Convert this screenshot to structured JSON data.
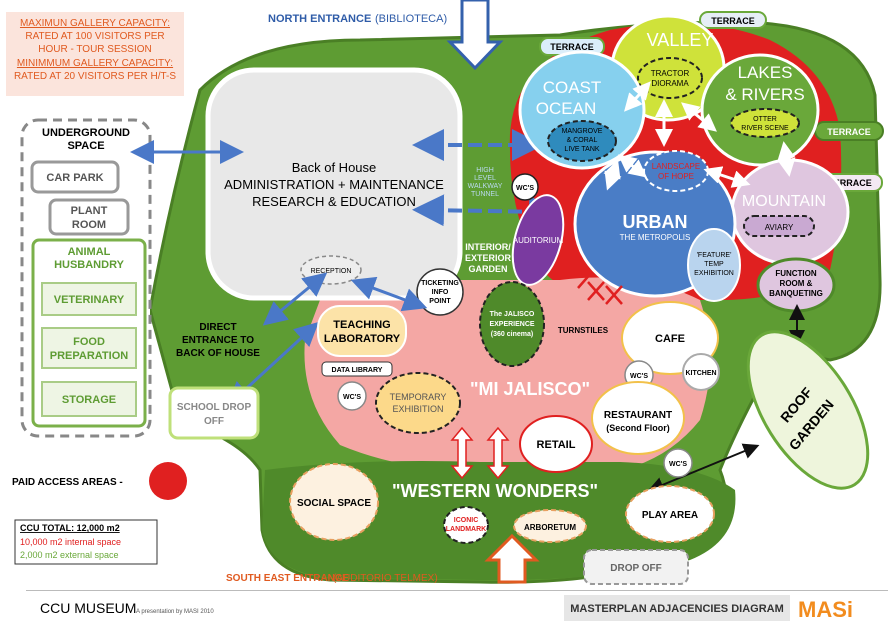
{
  "capacity": {
    "line1": "MAXIMUN GALLERY CAPACITY:",
    "line2": "RATED AT 100 VISITORS PER",
    "line3": "HOUR - TOUR SESSION",
    "line4": "MINIMMUM GALLERY CAPACITY:",
    "line5": "RATED AT 20 VISITORS PER H/T-S"
  },
  "entrances": {
    "north": "NORTH ENTRANCE",
    "north_note": "(BIBLIOTECA)",
    "south": "SOUTH EAST ENTRANCE",
    "south_note": "(AUDITORIO TELMEX)"
  },
  "underground": {
    "title1": "UNDERGROUND",
    "title2": "SPACE",
    "car_park": "CAR PARK",
    "plant1": "PLANT",
    "plant2": "ROOM",
    "husbandry1": "ANIMAL",
    "husbandry2": "HUSBANDRY",
    "veterinary": "VETERINARY",
    "food1": "FOOD",
    "food2": "PREPARATION",
    "storage": "STORAGE"
  },
  "back_of_house": {
    "line1": "Back of House",
    "line2": "ADMINISTRATION + MAINTENANCE",
    "line3": "RESEARCH & EDUCATION"
  },
  "walkway": {
    "l1": "HIGH",
    "l2": "LEVEL",
    "l3": "WALKWAY",
    "l4": "TUNNEL"
  },
  "zones": {
    "terrace": "TERRACE",
    "valley": "VALLEY",
    "tractor1": "TRACTOR",
    "tractor2": "DIORAMA",
    "lakes1": "LAKES",
    "lakes2": "& RIVERS",
    "otter1": "OTTER",
    "otter2": "RIVER SCENE",
    "coast": "COAST",
    "ocean": "OCEAN",
    "mangrove1": "MANGROVE",
    "mangrove2": "& CORAL",
    "mangrove3": "LIVE TANK",
    "landscape1": "LANDSCAPE",
    "landscape2": "OF HOPE",
    "mountain": "MOUNTAIN",
    "aviary": "AVIARY",
    "urban": "URBAN",
    "metropolis": "THE METROPOLIS",
    "feature1": "'FEATURE'",
    "feature2": "TEMP",
    "feature3": "EXHIBITION",
    "function1": "FUNCTION",
    "function2": "ROOM &",
    "function3": "BANQUETING",
    "roof1": "ROOF",
    "roof2": "GARDEN"
  },
  "central": {
    "wcs": "WC'S",
    "auditorium": "AUDITORIUM",
    "garden1": "INTERIOR/",
    "garden2": "EXTERIOR",
    "garden3": "GARDEN",
    "reception": "RECEPTION",
    "ticket1": "TICKETING",
    "ticket2": "INFO",
    "ticket3": "POINT",
    "direct1": "DIRECT",
    "direct2": "ENTRANCE TO",
    "direct3": "BACK OF HOUSE",
    "teaching1": "TEACHING",
    "teaching2": "LABORATORY",
    "data_library": "DATA LIBRARY",
    "temporary1": "TEMPORARY",
    "temporary2": "EXHIBITION",
    "school1": "SCHOOL DROP",
    "school2": "OFF",
    "jalisco_exp1": "The JALISCO",
    "jalisco_exp2": "EXPERIENCE",
    "jalisco_exp3": "(360 cinema)",
    "turnstiles": "TURNSTILES",
    "mi_jalisco": "\"MI JALISCO\"",
    "cafe": "CAFE",
    "kitchen": "KITCHEN",
    "restaurant1": "RESTAURANT",
    "restaurant2": "(Second Floor)",
    "retail": "RETAIL"
  },
  "western": {
    "title": "\"WESTERN WONDERS\"",
    "social1": "SOCIAL SPACE",
    "iconic1": "ICONIC",
    "iconic2": "LANDMARK",
    "arboretum": "ARBORETUM",
    "play": "PLAY AREA",
    "drop_off": "DROP OFF"
  },
  "legend": {
    "paid": "PAID ACCESS AREAS -",
    "ccu_total": "CCU TOTAL: 12,000 m2",
    "internal": "10,000 m2 internal space",
    "external": "2,000 m2 external space"
  },
  "footer": {
    "title": "CCU MUSEUM",
    "sub": "A presentation by MASI 2010",
    "diagram": "MASTERPLAN ADJACENCIES DIAGRAM",
    "logo": "MASi"
  },
  "colors": {
    "green_dark": "#4f8a2a",
    "green_mid": "#6aa83a",
    "red": "#e02020",
    "blue_arrow": "#4a78c8",
    "pink": "#f2a8a8",
    "orange_text": "#e05a20"
  }
}
